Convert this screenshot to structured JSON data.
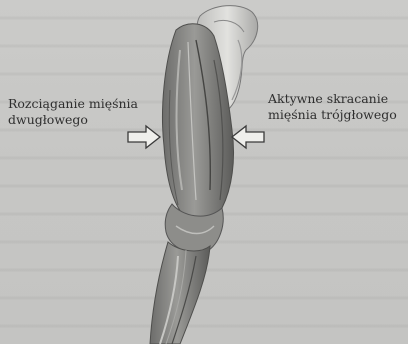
{
  "annotations": {
    "left_label_line1": "Rozciąganie mięśnia",
    "left_label_line2": "dwugłowego",
    "right_label_line1": "Aktywne skracanie",
    "right_label_line2": "mięśnia trójgłowego"
  },
  "figure": {
    "subject": "anatomical illustration of the arm muscles (biceps and triceps)",
    "icons": [
      "left-pointing-arrow-icon",
      "right-pointing-arrow-icon"
    ]
  }
}
